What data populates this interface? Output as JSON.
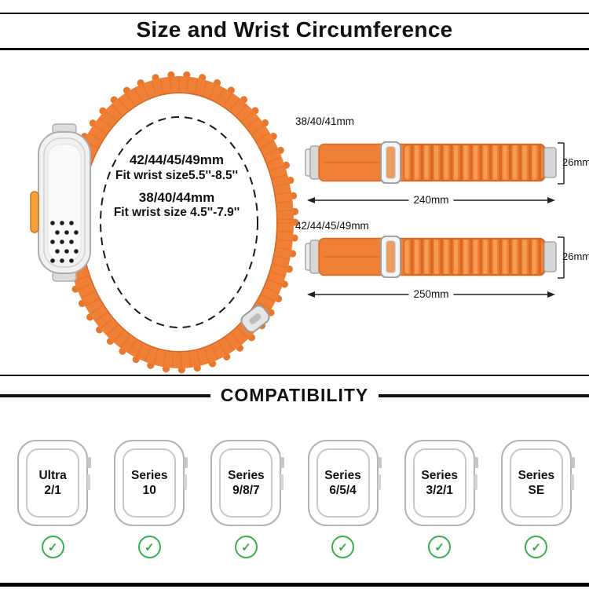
{
  "header": {
    "title": "Size and Wrist Circumference"
  },
  "illustration": {
    "size_lines": [
      "42/44/45/49mm",
      "Fit wrist size5.5''-8.5''",
      "38/40/44mm",
      "Fit wrist size 4.5''-7.9''"
    ]
  },
  "bands": [
    {
      "label": "38/40/41mm",
      "width_label": "26mm",
      "length_label": "240mm"
    },
    {
      "label": "42/44/45/49mm",
      "width_label": "26mm",
      "length_label": "250mm"
    }
  ],
  "compatibility": {
    "title": "COMPATIBILITY",
    "check_glyph": "✓",
    "models": [
      {
        "line1": "Ultra",
        "line2": "2/1"
      },
      {
        "line1": "Series",
        "line2": "10"
      },
      {
        "line1": "Series",
        "line2": "9/8/7"
      },
      {
        "line1": "Series",
        "line2": "6/5/4"
      },
      {
        "line1": "Series",
        "line2": "3/2/1"
      },
      {
        "line1": "Series",
        "line2": "SE"
      }
    ]
  },
  "colors": {
    "band_orange": "#F08036",
    "band_orange_dark": "#D96A26",
    "adapter_gray": "#D7D7D7",
    "check_green": "#35B14B",
    "text_black": "#111111"
  }
}
